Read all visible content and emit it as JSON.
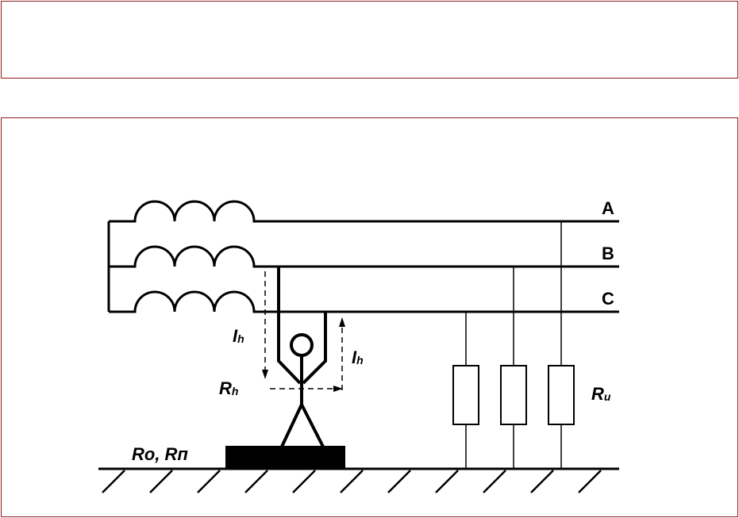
{
  "phases": [
    {
      "id": "A",
      "label": "A"
    },
    {
      "id": "B",
      "label": "B"
    },
    {
      "id": "C",
      "label": "C"
    }
  ],
  "labels": {
    "current_left": {
      "main": "I",
      "sub": "h"
    },
    "current_right": {
      "main": "I",
      "sub": "h"
    },
    "body_resistance": {
      "main": "R",
      "sub": "h"
    },
    "insulation_resistance": {
      "main": "R",
      "sub": "u"
    },
    "floor_resistance": "Ro, Rп"
  },
  "colors": {
    "border": "#8b1c1c",
    "line": "#000000",
    "background": "#ffffff"
  }
}
